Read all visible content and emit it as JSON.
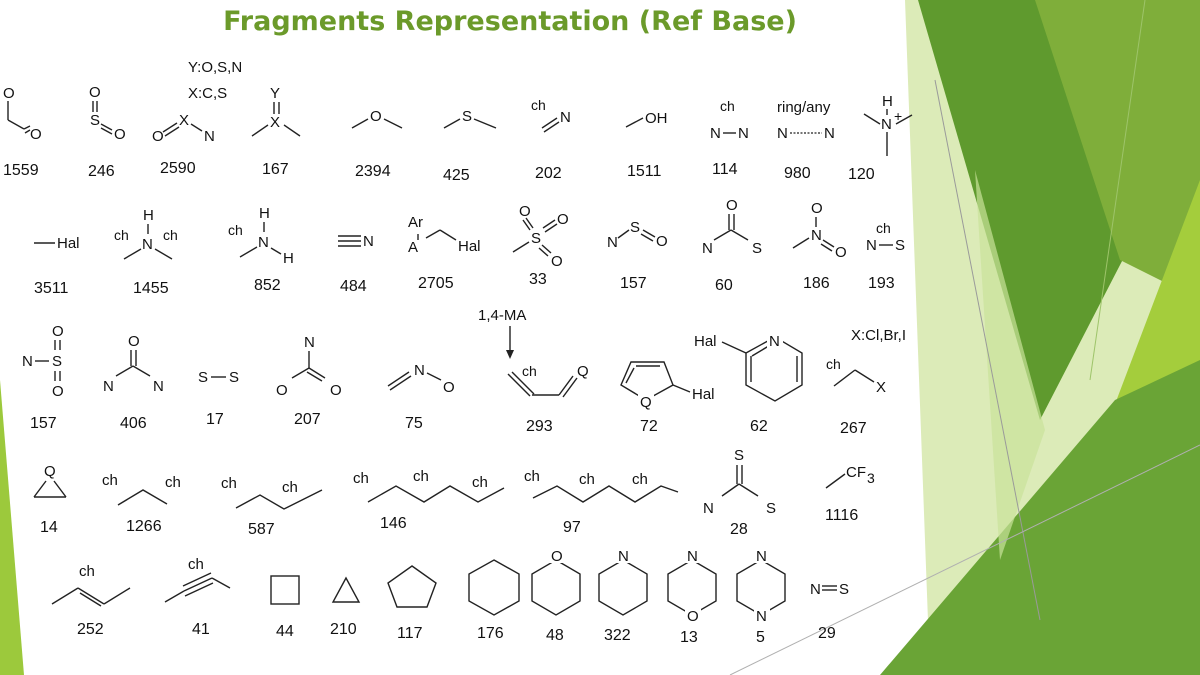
{
  "slide": {
    "title": "Fragments Representation (Ref Base)"
  },
  "colors": {
    "title": "#6b9a2a",
    "accent_dark": "#5f9a2e",
    "accent_light": "#a4cd3c",
    "pale": "#dcebb8"
  },
  "labels": {
    "yosn": "Y:O,S,N",
    "xcs": "X:C,S",
    "ring_any": "ring/any",
    "ma": "1,4-MA",
    "xclbri": "X:Cl,Br,I",
    "ch": "ch",
    "O": "O",
    "S": "S",
    "N": "N",
    "X": "X",
    "Y": "Y",
    "H": "H",
    "Q": "Q",
    "A": "A",
    "Ar": "Ar",
    "Hal": "Hal",
    "OH": "OH",
    "plus": "+",
    "CF": "CF",
    "three": "3"
  },
  "counts": {
    "aldehyde": "1559",
    "sulfinyl": "246",
    "heterocumulene": "2590",
    "thiocarbonyl_x": "167",
    "ether": "2394",
    "thioether": "425",
    "imine": "202",
    "hydroxyl": "1511",
    "diazo_chain": "114",
    "nn_ring": "980",
    "ammonium": "120",
    "halide": "3511",
    "sec_amine": "1455",
    "prim_amine": "852",
    "nitrile": "484",
    "benzyl_halide": "2705",
    "sulfonyl": "33",
    "sulfinylamine": "157",
    "thiocarbamate": "60",
    "nitro": "186",
    "ns_bond": "193",
    "sulfonamide": "157",
    "urea": "406",
    "disulfide": "17",
    "carbamate": "207",
    "oxime": "75",
    "michael_acceptor": "293",
    "halo_furan": "72",
    "halo_pyridine": "62",
    "alkyl_halide": "267",
    "epoxide": "14",
    "propyl": "1266",
    "butyl": "587",
    "pentyl": "146",
    "hexyl": "97",
    "dithiocarbamate": "28",
    "trifluoromethyl": "1116",
    "alkene": "252",
    "alkyne": "41",
    "cyclobutane": "44",
    "cyclopropane": "210",
    "cyclopentane": "117",
    "cyclohexane": "176",
    "tetrahydropyran": "48",
    "piperidine": "322",
    "morpholine": "13",
    "piperazine": "5",
    "sulfur_imide": "29"
  }
}
